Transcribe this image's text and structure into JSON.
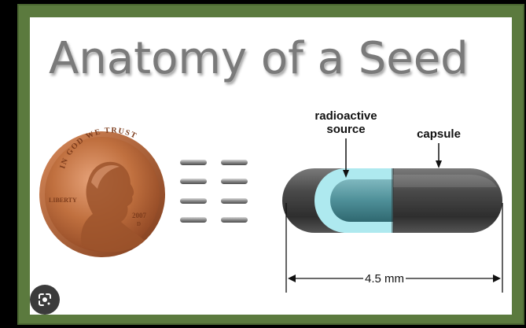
{
  "diagram": {
    "title": "Anatomy of a Seed",
    "labels": {
      "radioactive_line1": "radioactive",
      "radioactive_line2": "source",
      "capsule": "capsule",
      "dimension": "4.5 mm"
    },
    "penny": {
      "motto": "IN GOD WE TRUST",
      "liberty": "LIBERTY",
      "year": "2007",
      "mint_mark": "D"
    },
    "equals_rows": 4,
    "colors": {
      "frame": "#5b7a3e",
      "title": "#7a7a7a",
      "capsule_dark": "#3c3c3c",
      "source_light_blue": "#aee9ef",
      "source_teal": "#4e8f98",
      "copper": "#b8643a"
    }
  },
  "overlay": {
    "lens_icon": "google-lens-icon"
  }
}
